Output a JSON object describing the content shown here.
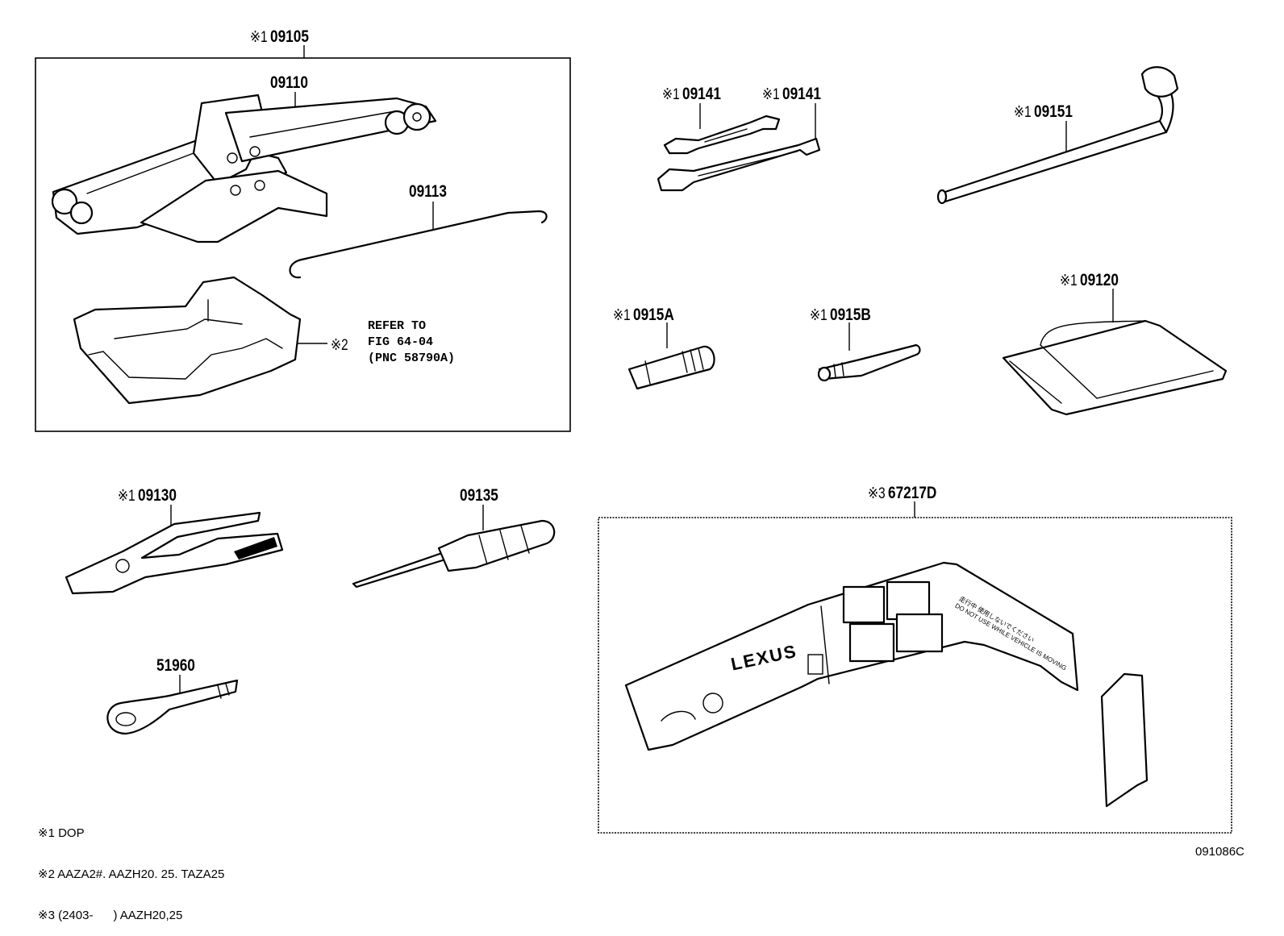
{
  "labels": {
    "g09105": {
      "mark": "※1",
      "code": "09105"
    },
    "p09110": {
      "code": "09110"
    },
    "p09113": {
      "code": "09113"
    },
    "p09141a": {
      "mark": "※1",
      "code": "09141"
    },
    "p09141b": {
      "mark": "※1",
      "code": "09141"
    },
    "p09151": {
      "mark": "※1",
      "code": "09151"
    },
    "p0915A": {
      "mark": "※1",
      "code": "0915A"
    },
    "p0915B": {
      "mark": "※1",
      "code": "0915B"
    },
    "p09120": {
      "mark": "※1",
      "code": "09120"
    },
    "p09130": {
      "mark": "※1",
      "code": "09130"
    },
    "p09135": {
      "code": "09135"
    },
    "p51960": {
      "code": "51960"
    },
    "g67217D": {
      "mark": "※3",
      "code": "67217D"
    }
  },
  "tray_note": {
    "mark": "※2",
    "lines": [
      "REFER TO",
      "FIG 64-04",
      "(PNC 58790A)"
    ]
  },
  "tray_brand": "LEXUS",
  "tray_warning": [
    "走行中 使用しないでください",
    "DO NOT USE WHILE VEHICLE IS MOVING"
  ],
  "footnotes": [
    {
      "mark": "※1",
      "text": "DOP"
    },
    {
      "mark": "※2",
      "text": "AAZA2#. AAZH20. 25. TAZA25"
    },
    {
      "mark": "※3",
      "text": "(2403-      ) AAZH20,25"
    }
  ],
  "diagram_id": "091086C"
}
